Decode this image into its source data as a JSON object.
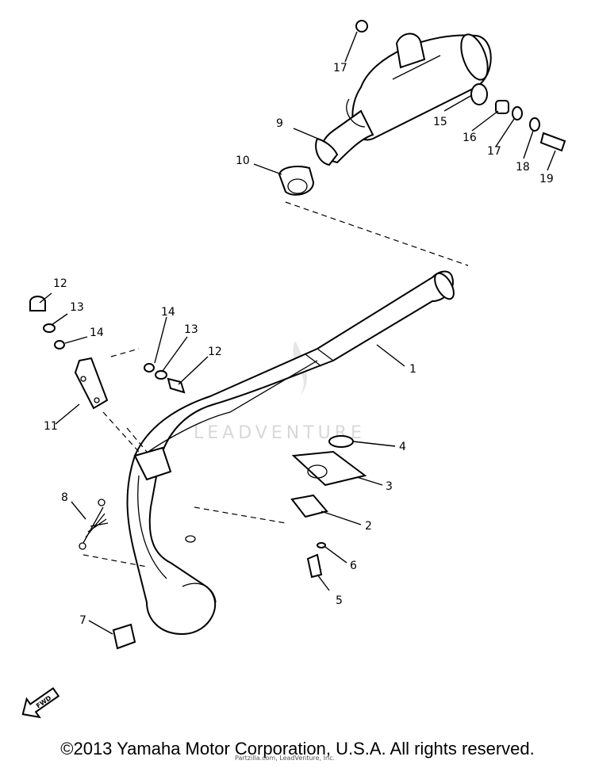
{
  "diagram": {
    "callouts": {
      "c1": "1",
      "c2": "2",
      "c3": "3",
      "c4": "4",
      "c5": "5",
      "c6": "6",
      "c7": "7",
      "c8": "8",
      "c9": "9",
      "c10": "10",
      "c11": "11",
      "c12a": "12",
      "c13a": "13",
      "c14a": "14",
      "c12b": "12",
      "c13b": "13",
      "c14b": "14",
      "c15": "15",
      "c16": "16",
      "c17a": "17",
      "c17b": "17",
      "c18": "18",
      "c19": "19"
    },
    "fwd_label": "FWD",
    "watermark": "LEADVENTURE"
  },
  "footer": {
    "copyright": "©2013 Yamaha Motor Corporation, U.S.A. All rights reserved.",
    "credit": "Partzilla.com, LeadVenture, Inc."
  }
}
